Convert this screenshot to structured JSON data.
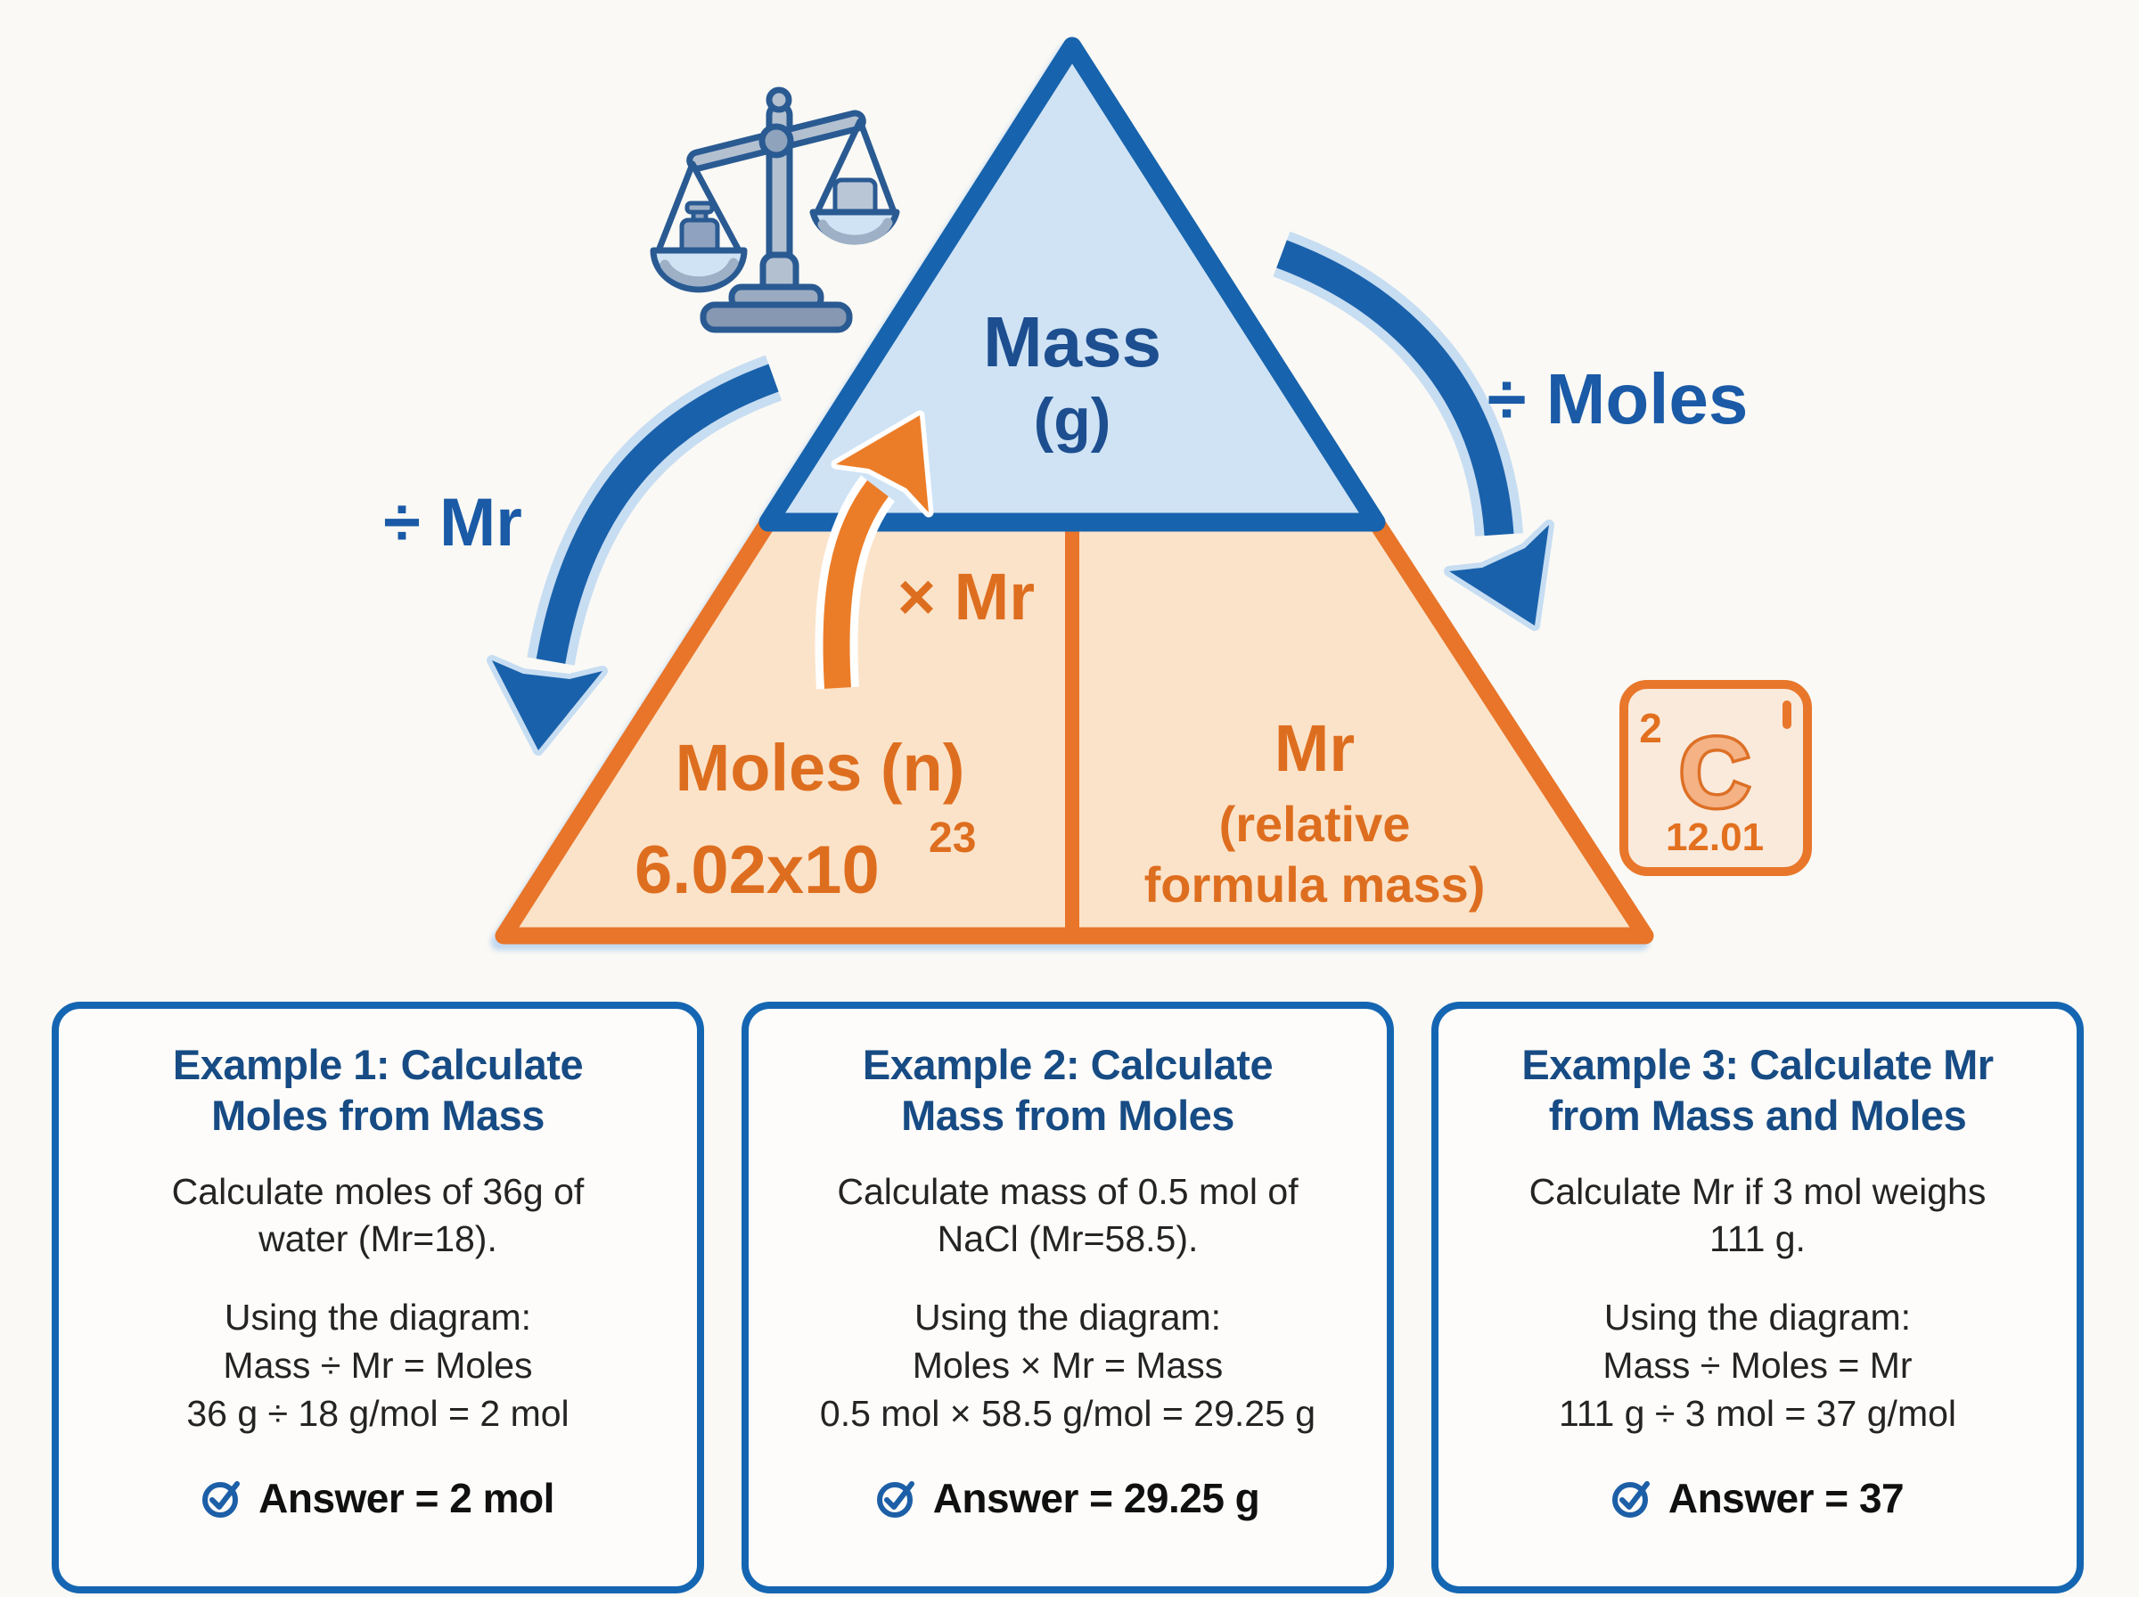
{
  "diagram": {
    "pyramid": {
      "mass_label": "Mass",
      "mass_unit": "(g)",
      "moles_label": "Moles (n)",
      "avogadro_base": "6.02x10",
      "avogadro_exponent": "23",
      "mr_label": "Mr",
      "mr_sub_line1": "(relative",
      "mr_sub_line2": "formula mass)"
    },
    "operations": {
      "divide_mr": "÷ Mr",
      "multiply_mr": "× Mr",
      "divide_moles": "÷ Moles"
    },
    "element_card": {
      "mass_number": "2",
      "symbol": "C",
      "atomic_mass": "12.01"
    },
    "colors": {
      "background": "#faf9f5",
      "blue_border": "#1763ad",
      "blue_fill": "#cfe3f5",
      "navy_text": "#1d4e8f",
      "blue_label": "#1a5aa6",
      "orange_border": "#e8752a",
      "orange_fill": "#fbe3c9",
      "orange_text": "#de6e1f",
      "arrow_blue": "#1a61ab",
      "arrow_blue_outline": "#c7ddf2",
      "arrow_orange": "#ec7d28",
      "card_border": "#1566b2"
    }
  },
  "examples": [
    {
      "title": "Example 1: Calculate\nMoles from Mass",
      "problem": "Calculate moles of 36g of\nwater (Mr=18).",
      "method": "Using the diagram:\nMass ÷ Mr = Moles\n36 g ÷ 18 g/mol = 2 mol",
      "answer": "Answer = 2 mol"
    },
    {
      "title": "Example 2: Calculate\nMass from Moles",
      "problem": "Calculate mass of 0.5 mol of\nNaCl (Mr=58.5).",
      "method": "Using the diagram:\nMoles × Mr = Mass\n0.5 mol × 58.5 g/mol = 29.25 g",
      "answer": "Answer = 29.25 g"
    },
    {
      "title": "Example 3: Calculate Mr\nfrom Mass and Moles",
      "problem": "Calculate Mr if 3 mol weighs\n111 g.",
      "method": "Using the diagram:\nMass ÷ Moles = Mr\n111 g ÷ 3 mol = 37 g/mol",
      "answer": "Answer = 37"
    }
  ]
}
